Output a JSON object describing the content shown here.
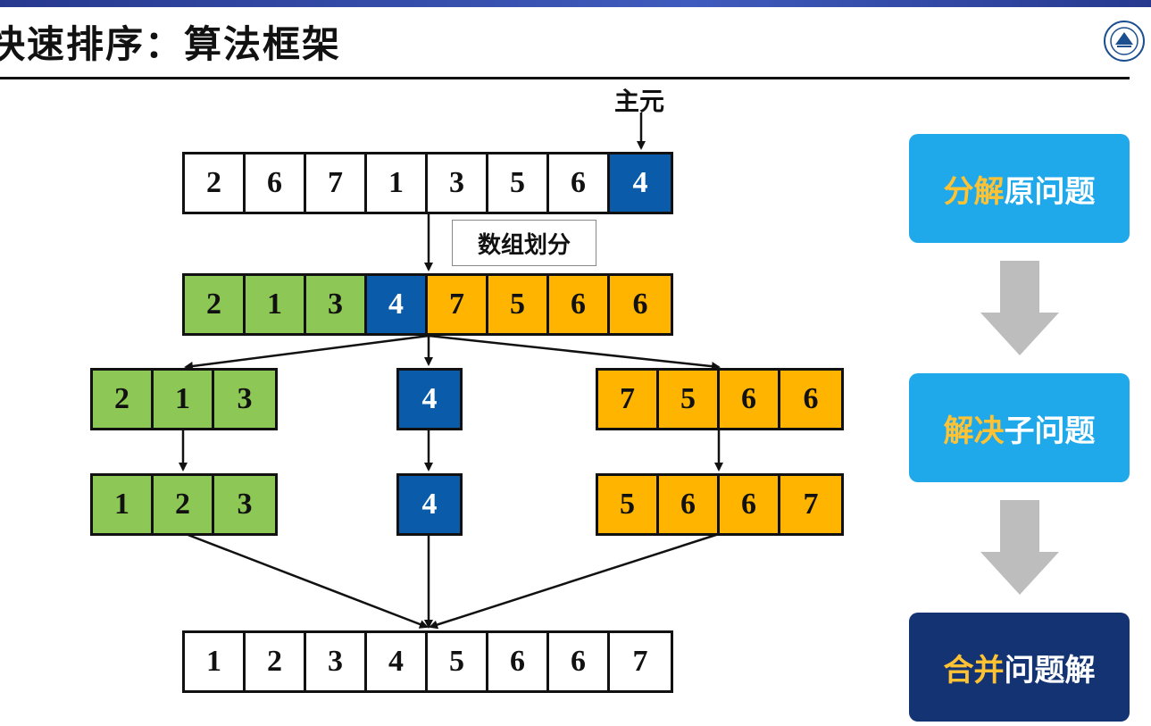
{
  "title": "快速排序：算法框架",
  "pivot_label": "主元",
  "partition_label": "数组划分",
  "rows": {
    "input": {
      "values": [
        "2",
        "6",
        "7",
        "1",
        "3",
        "5",
        "6",
        "4"
      ],
      "colors": [
        "white",
        "white",
        "white",
        "white",
        "white",
        "white",
        "white",
        "blue"
      ]
    },
    "partitioned": {
      "values": [
        "2",
        "1",
        "3",
        "4",
        "7",
        "5",
        "6",
        "6"
      ],
      "colors": [
        "green",
        "green",
        "green",
        "blue",
        "orange",
        "orange",
        "orange",
        "orange"
      ]
    },
    "left_sub": {
      "values": [
        "2",
        "1",
        "3"
      ],
      "colors": [
        "green",
        "green",
        "green"
      ]
    },
    "pivot_sub": {
      "values": [
        "4"
      ],
      "colors": [
        "blue"
      ]
    },
    "right_sub": {
      "values": [
        "7",
        "5",
        "6",
        "6"
      ],
      "colors": [
        "orange",
        "orange",
        "orange",
        "orange"
      ]
    },
    "left_sorted": {
      "values": [
        "1",
        "2",
        "3"
      ],
      "colors": [
        "green",
        "green",
        "green"
      ]
    },
    "pivot_sorted": {
      "values": [
        "4"
      ],
      "colors": [
        "blue"
      ]
    },
    "right_sorted": {
      "values": [
        "5",
        "6",
        "6",
        "7"
      ],
      "colors": [
        "orange",
        "orange",
        "orange",
        "orange"
      ]
    },
    "output": {
      "values": [
        "1",
        "2",
        "3",
        "4",
        "5",
        "6",
        "6",
        "7"
      ],
      "colors": [
        "white",
        "white",
        "white",
        "white",
        "white",
        "white",
        "white",
        "white"
      ]
    }
  },
  "steps": [
    {
      "highlight": "分解",
      "rest": "原问题"
    },
    {
      "highlight": "解决",
      "rest": "子问题"
    },
    {
      "highlight": "合并",
      "rest": "问题解"
    }
  ],
  "colors": {
    "green": "#8dc755",
    "blue": "#0b5bab",
    "orange": "#ffb400",
    "step_light": "#1fa9ea",
    "step_dark": "#143373",
    "step_highlight": "#ffc233",
    "flow_arrow": "#bdbdbd"
  }
}
